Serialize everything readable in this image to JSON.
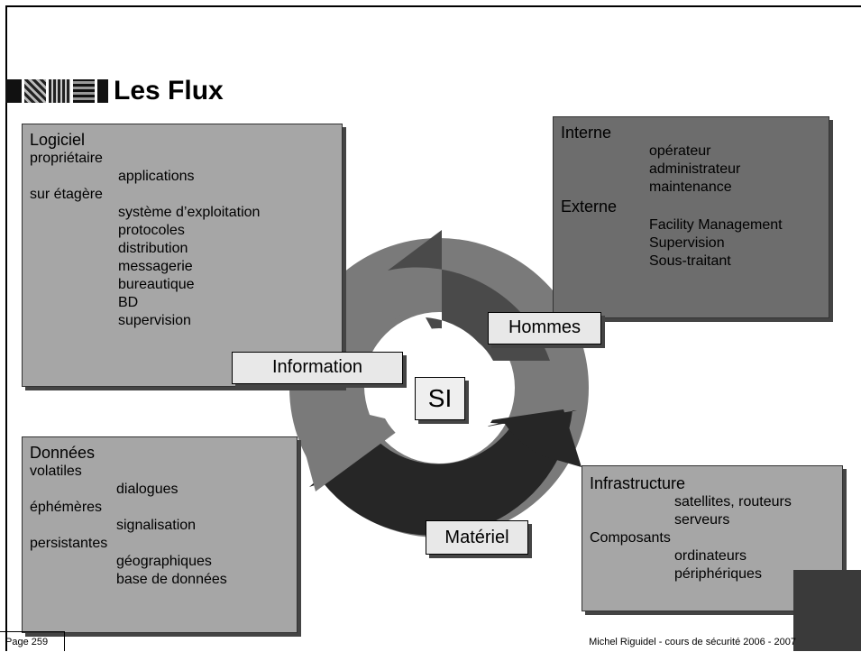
{
  "slide": {
    "title": "Les Flux",
    "center_label": "SI"
  },
  "boxes": {
    "logiciel": {
      "heading": "Logiciel",
      "lines": [
        {
          "level": 0,
          "text": "propriétaire"
        },
        {
          "level": 1,
          "text": "applications"
        },
        {
          "level": 0,
          "text": "sur étagère"
        },
        {
          "level": 1,
          "text": "système d’exploitation"
        },
        {
          "level": 1,
          "text": "protocoles"
        },
        {
          "level": 1,
          "text": "distribution"
        },
        {
          "level": 1,
          "text": "messagerie"
        },
        {
          "level": 1,
          "text": "bureautique"
        },
        {
          "level": 1,
          "text": "BD"
        },
        {
          "level": 1,
          "text": "supervision"
        }
      ]
    },
    "hommes": {
      "lines": [
        {
          "level": 0,
          "text": "Interne"
        },
        {
          "level": 1,
          "text": "opérateur"
        },
        {
          "level": 1,
          "text": "administrateur"
        },
        {
          "level": 1,
          "text": "maintenance"
        },
        {
          "level": 0,
          "text": "Externe"
        },
        {
          "level": 1,
          "text": "Facility Management"
        },
        {
          "level": 1,
          "text": "Supervision"
        },
        {
          "level": 1,
          "text": "Sous-traitant"
        }
      ]
    },
    "donnees": {
      "heading": "Données",
      "lines": [
        {
          "level": 0,
          "text": "volatiles"
        },
        {
          "level": 1,
          "text": "dialogues"
        },
        {
          "level": 0,
          "text": "éphémères"
        },
        {
          "level": 1,
          "text": "signalisation"
        },
        {
          "level": 0,
          "text": "persistantes"
        },
        {
          "level": 1,
          "text": "géographiques"
        },
        {
          "level": 1,
          "text": "base de données"
        }
      ]
    },
    "infrastructure": {
      "heading": "Infrastructure",
      "lines": [
        {
          "level": 1,
          "text": "satellites, routeurs"
        },
        {
          "level": 1,
          "text": "serveurs"
        },
        {
          "level": 0,
          "text": "Composants"
        },
        {
          "level": 1,
          "text": "ordinateurs"
        },
        {
          "level": 1,
          "text": "périphériques"
        }
      ]
    }
  },
  "cycle_labels": {
    "information": "Information",
    "hommes": "Hommes",
    "materiel": "Matériel"
  },
  "footer": {
    "page": "Page 259",
    "credit": "Michel Riguidel - cours de sécurité 2006 - 2007"
  },
  "colors": {
    "box_light": "#a6a6a6",
    "box_dark": "#6d6d6d",
    "arrow_dark": "#262626",
    "arrow_mid": "#4a4a4a",
    "arrow_light": "#7a7a7a"
  }
}
